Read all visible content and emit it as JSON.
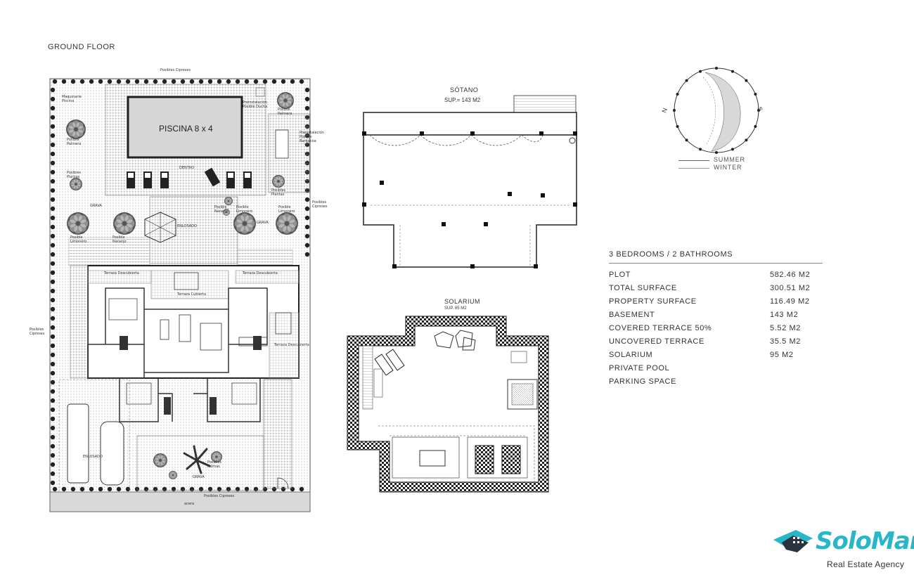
{
  "ground_floor": {
    "title": "GROUND FLOOR",
    "pool_label": "PISCINA 8 x 4",
    "labels": {
      "cypress_top": "Posibles Cipreses",
      "cypress_right": "Posibles Cipreses",
      "cypress_left": "Posibles Cipreses",
      "cypress_bottom": "Posibles Cipreses",
      "pool_machine": "Maquinaria Piscina",
      "palm_left": "Posible Palmera",
      "palms": "Posibles Plantas",
      "shower": "Preinstalación Posible Ducha",
      "palm_right": "Posible Palmera",
      "barbecue": "Preinstalación Posible Barbacoa",
      "plants_right": "Posibles Plantas",
      "deck": "DENTRO",
      "gravel_left": "GRAVA",
      "gravel_right": "GRAVA",
      "gravel_bottom": "GRAVA",
      "paving": "ENLOSADO",
      "paving_parking": "ENLOSADO",
      "orange1": "Posible Naranjo",
      "orange2": "Posible Naranjo",
      "lemon1": "Posible Limonero",
      "lemon2": "Posible Limonero",
      "lemon3": "Posible Limonero",
      "terrace_uncovered_left": "Terraza Descubierta",
      "terrace_covered": "Terraza Cubierta",
      "terrace_uncovered_right": "Terraza Descubierta",
      "terrace_uncovered_side": "Terraza Descubierta",
      "palms_front": "Posibles Palmas",
      "road": "acera"
    }
  },
  "sotano": {
    "title": "SÓTANO",
    "surface": "SUP.= 143 M2"
  },
  "solarium": {
    "title": "SOLARIUM",
    "surface": "SUP. 85 M2"
  },
  "sun_diagram": {
    "north": "N",
    "south": "S",
    "legend": [
      "SUMMER",
      "WINTER"
    ]
  },
  "specs": {
    "heading": "3 BEDROOMS / 2 BATHROOMS",
    "rows": [
      {
        "label": "PLOT",
        "value": "582.46  M2"
      },
      {
        "label": "TOTAL SURFACE",
        "value": "300.51 M2"
      },
      {
        "label": "PROPERTY SURFACE",
        "value": "116.49 M2"
      },
      {
        "label": "BASEMENT",
        "value": "143 M2"
      },
      {
        "label": "COVERED TERRACE 50%",
        "value": "5.52 M2"
      },
      {
        "label": "UNCOVERED TERRACE",
        "value": "35.5 M2"
      },
      {
        "label": "SOLARIUM",
        "value": "95 M2"
      },
      {
        "label": "PRIVATE POOL",
        "value": ""
      },
      {
        "label": "PARKING SPACE",
        "value": ""
      }
    ]
  },
  "logo": {
    "name": "SoloMar",
    "tagline": "Real Estate Agency",
    "colors": {
      "accent": "#28b6c8",
      "dark": "#2a3440"
    }
  }
}
